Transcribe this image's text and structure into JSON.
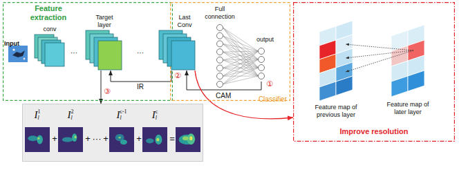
{
  "diagram": {
    "nodes": [
      {
        "text": [
          "Feature extraction"
        ]
      },
      {
        "text": [
          "Input"
        ],
        "in": 0
      },
      {
        "text": [
          "conv"
        ],
        "in": 0
      },
      {
        "text": [
          "Target layer"
        ],
        "in": 0
      },
      {
        "text": [
          "Classifier"
        ]
      },
      {
        "text": [
          "Last Conv"
        ],
        "in": 4
      },
      {
        "text": [
          "Full connection"
        ],
        "in": 4
      },
      {
        "text": [
          "output"
        ],
        "in": 4
      },
      {
        "text": [
          "I",
          "l",
          "1",
          "+",
          "I",
          "l",
          "2",
          "+",
          "···",
          "+",
          "I",
          "l",
          "c-1",
          "+",
          "I",
          "l",
          "c",
          "="
        ]
      },
      {
        "text": [
          "Improve resolution"
        ]
      },
      {
        "text": [
          "Feature map of previous layer"
        ],
        "in": 9
      },
      {
        "text": [
          "Feature map of later layer"
        ],
        "in": 9
      }
    ],
    "edges": [
      {
        "from": 7,
        "to": 5,
        "label": "CAM",
        "arrow": "to"
      },
      {
        "from": 5,
        "to": 3,
        "label": "IR",
        "arrow": "to"
      },
      {
        "from": 3,
        "to": 8,
        "arrow": "to"
      },
      {
        "from": 5,
        "to": 9,
        "arrow": "to"
      },
      {
        "from": 6,
        "to": 7,
        "arrow": "none"
      }
    ],
    "labels": [
      "···",
      "···",
      "①",
      "②",
      "③"
    ]
  }
}
